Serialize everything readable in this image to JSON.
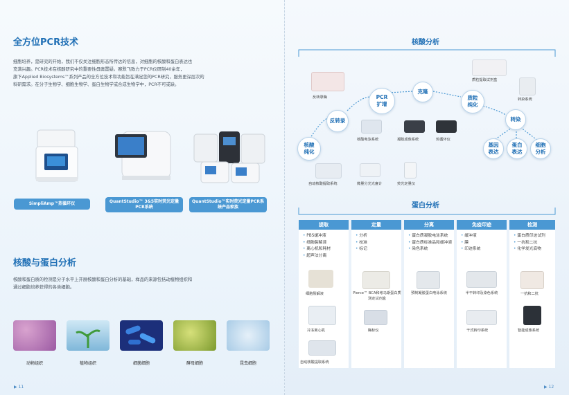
{
  "left": {
    "title_pcr": "全方位PCR技术",
    "pcr_para": [
      "细胞培养，是研究的开始，我们不仅关注细胞形态所传达的信息，对细胞的核酸和蛋白表达也",
      "充满兴趣。PCR技术在核酸研究中的重要性毋庸置疑。赛默飞致力于PCR仪研制40余年，",
      "旗下Applied Biosystems™系列产品的全方位技术和功能旨在满足您的PCR研究，服务更深层次的",
      "科研需求。在分子生物学、细胞生物学、蛋白生物学或合成生物学中，PCR不可或缺。"
    ],
    "products": [
      {
        "label": "SimpliAmp™热循环仪"
      },
      {
        "label": "QuantStudio™ 3&5实时荧光定量PCR系统"
      },
      {
        "label": "QuantStudio™实时荧光定量PCR系统产品家族"
      }
    ],
    "title_na": "核酸与蛋白分析",
    "na_para": [
      "核酸和蛋白质的检测是分子水平上开展核酸和蛋白分析的基础，样品的来源包括动植物组织和",
      "通过细胞培养获得的各类细胞。"
    ],
    "samples": [
      "动物组织",
      "植物组织",
      "细菌细胞",
      "酵母细胞",
      "昆虫细胞"
    ],
    "page_no": "11",
    "colors": {
      "accent": "#1f6fb5",
      "label_bg": "#4a98d3"
    }
  },
  "right": {
    "na_title": "核酸分析",
    "bubbles": [
      "反转录",
      "PCR扩增",
      "克隆",
      "质粒纯化",
      "转染",
      "核酸纯化",
      "基因表达",
      "蛋白表达",
      "细胞分析"
    ],
    "na_labels": [
      "反转录酶",
      "质粒提取试剂盒",
      "转染系统",
      "核酸电泳系统",
      "凝胶成像系统",
      "热循环仪",
      "自动核酸提取系统",
      "微量分光光度计",
      "荧光定量仪"
    ],
    "protein_title": "蛋白分析",
    "columns": [
      {
        "head": "提取",
        "bullets": [
          "PBS缓冲液",
          "细胞裂解液",
          "离心机和耗材",
          "超声法分离"
        ],
        "items": [
          "细胞裂解液",
          "冷冻离心机",
          "自动核酸提取系统"
        ]
      },
      {
        "head": "定量",
        "bullets": [
          "分析",
          "校准",
          "标记"
        ],
        "items": [
          "Pierce™ BCA和考马斯蛋白质测定试剂盒",
          "酶标仪"
        ]
      },
      {
        "head": "分离",
        "bullets": [
          "蛋白质凝胶电泳系统",
          "蛋白质标准品和缓冲液",
          "染色系统"
        ],
        "items": [
          "预制凝胶蛋白电泳系统"
        ]
      },
      {
        "head": "免疫印迹",
        "bullets": [
          "缓冲液",
          "膜",
          "印迹系统"
        ],
        "items": [
          "半干转印及染色系统",
          "干式转印系统"
        ]
      },
      {
        "head": "检测",
        "bullets": [
          "蛋白质印迹试剂",
          "一抗和二抗",
          "化学发光底物"
        ],
        "items": [
          "一抗和二抗",
          "智能成像系统"
        ]
      }
    ],
    "page_no": "12"
  }
}
